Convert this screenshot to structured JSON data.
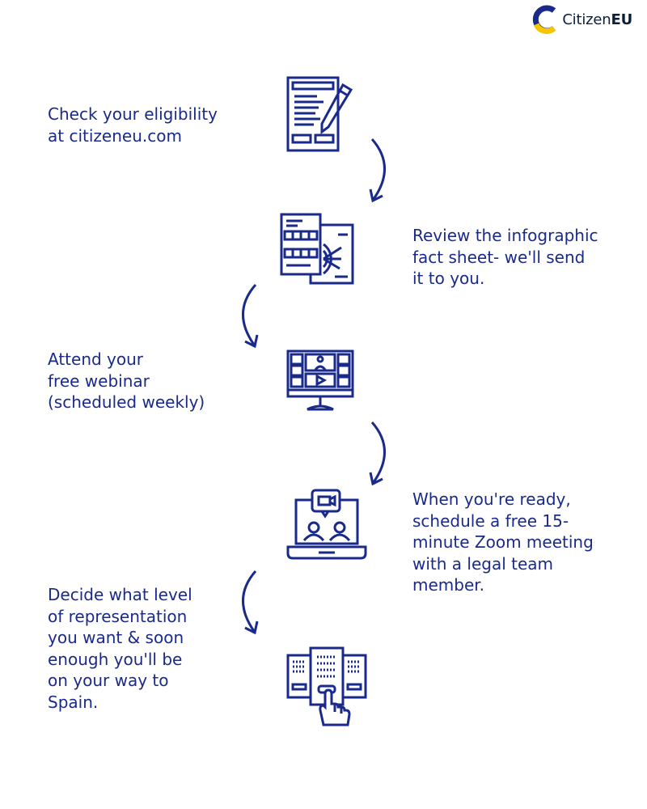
{
  "brand": {
    "name_regular": "Citizen",
    "name_bold": "EU",
    "colors": {
      "navy": "#1a2a8a",
      "yellow": "#f7c600",
      "dark": "#0b1f3a"
    }
  },
  "steps": [
    {
      "text": "Check your eligibility\nat citizeneu.com",
      "icon": "form-signing-icon"
    },
    {
      "text": "Review the infographic\nfact sheet- we'll send\nit to you.",
      "icon": "infographic-sheet-icon"
    },
    {
      "text": "Attend your\nfree webinar\n(scheduled weekly)",
      "icon": "webinar-monitor-icon"
    },
    {
      "text": "When you're ready,\nschedule a free 15-\nminute Zoom meeting\nwith a legal team\nmember.",
      "icon": "laptop-video-call-icon"
    },
    {
      "text": "Decide what level\nof representation\nyou want & soon\nenough you'll be\non your way to\nSpain.",
      "icon": "choose-option-icon"
    }
  ]
}
